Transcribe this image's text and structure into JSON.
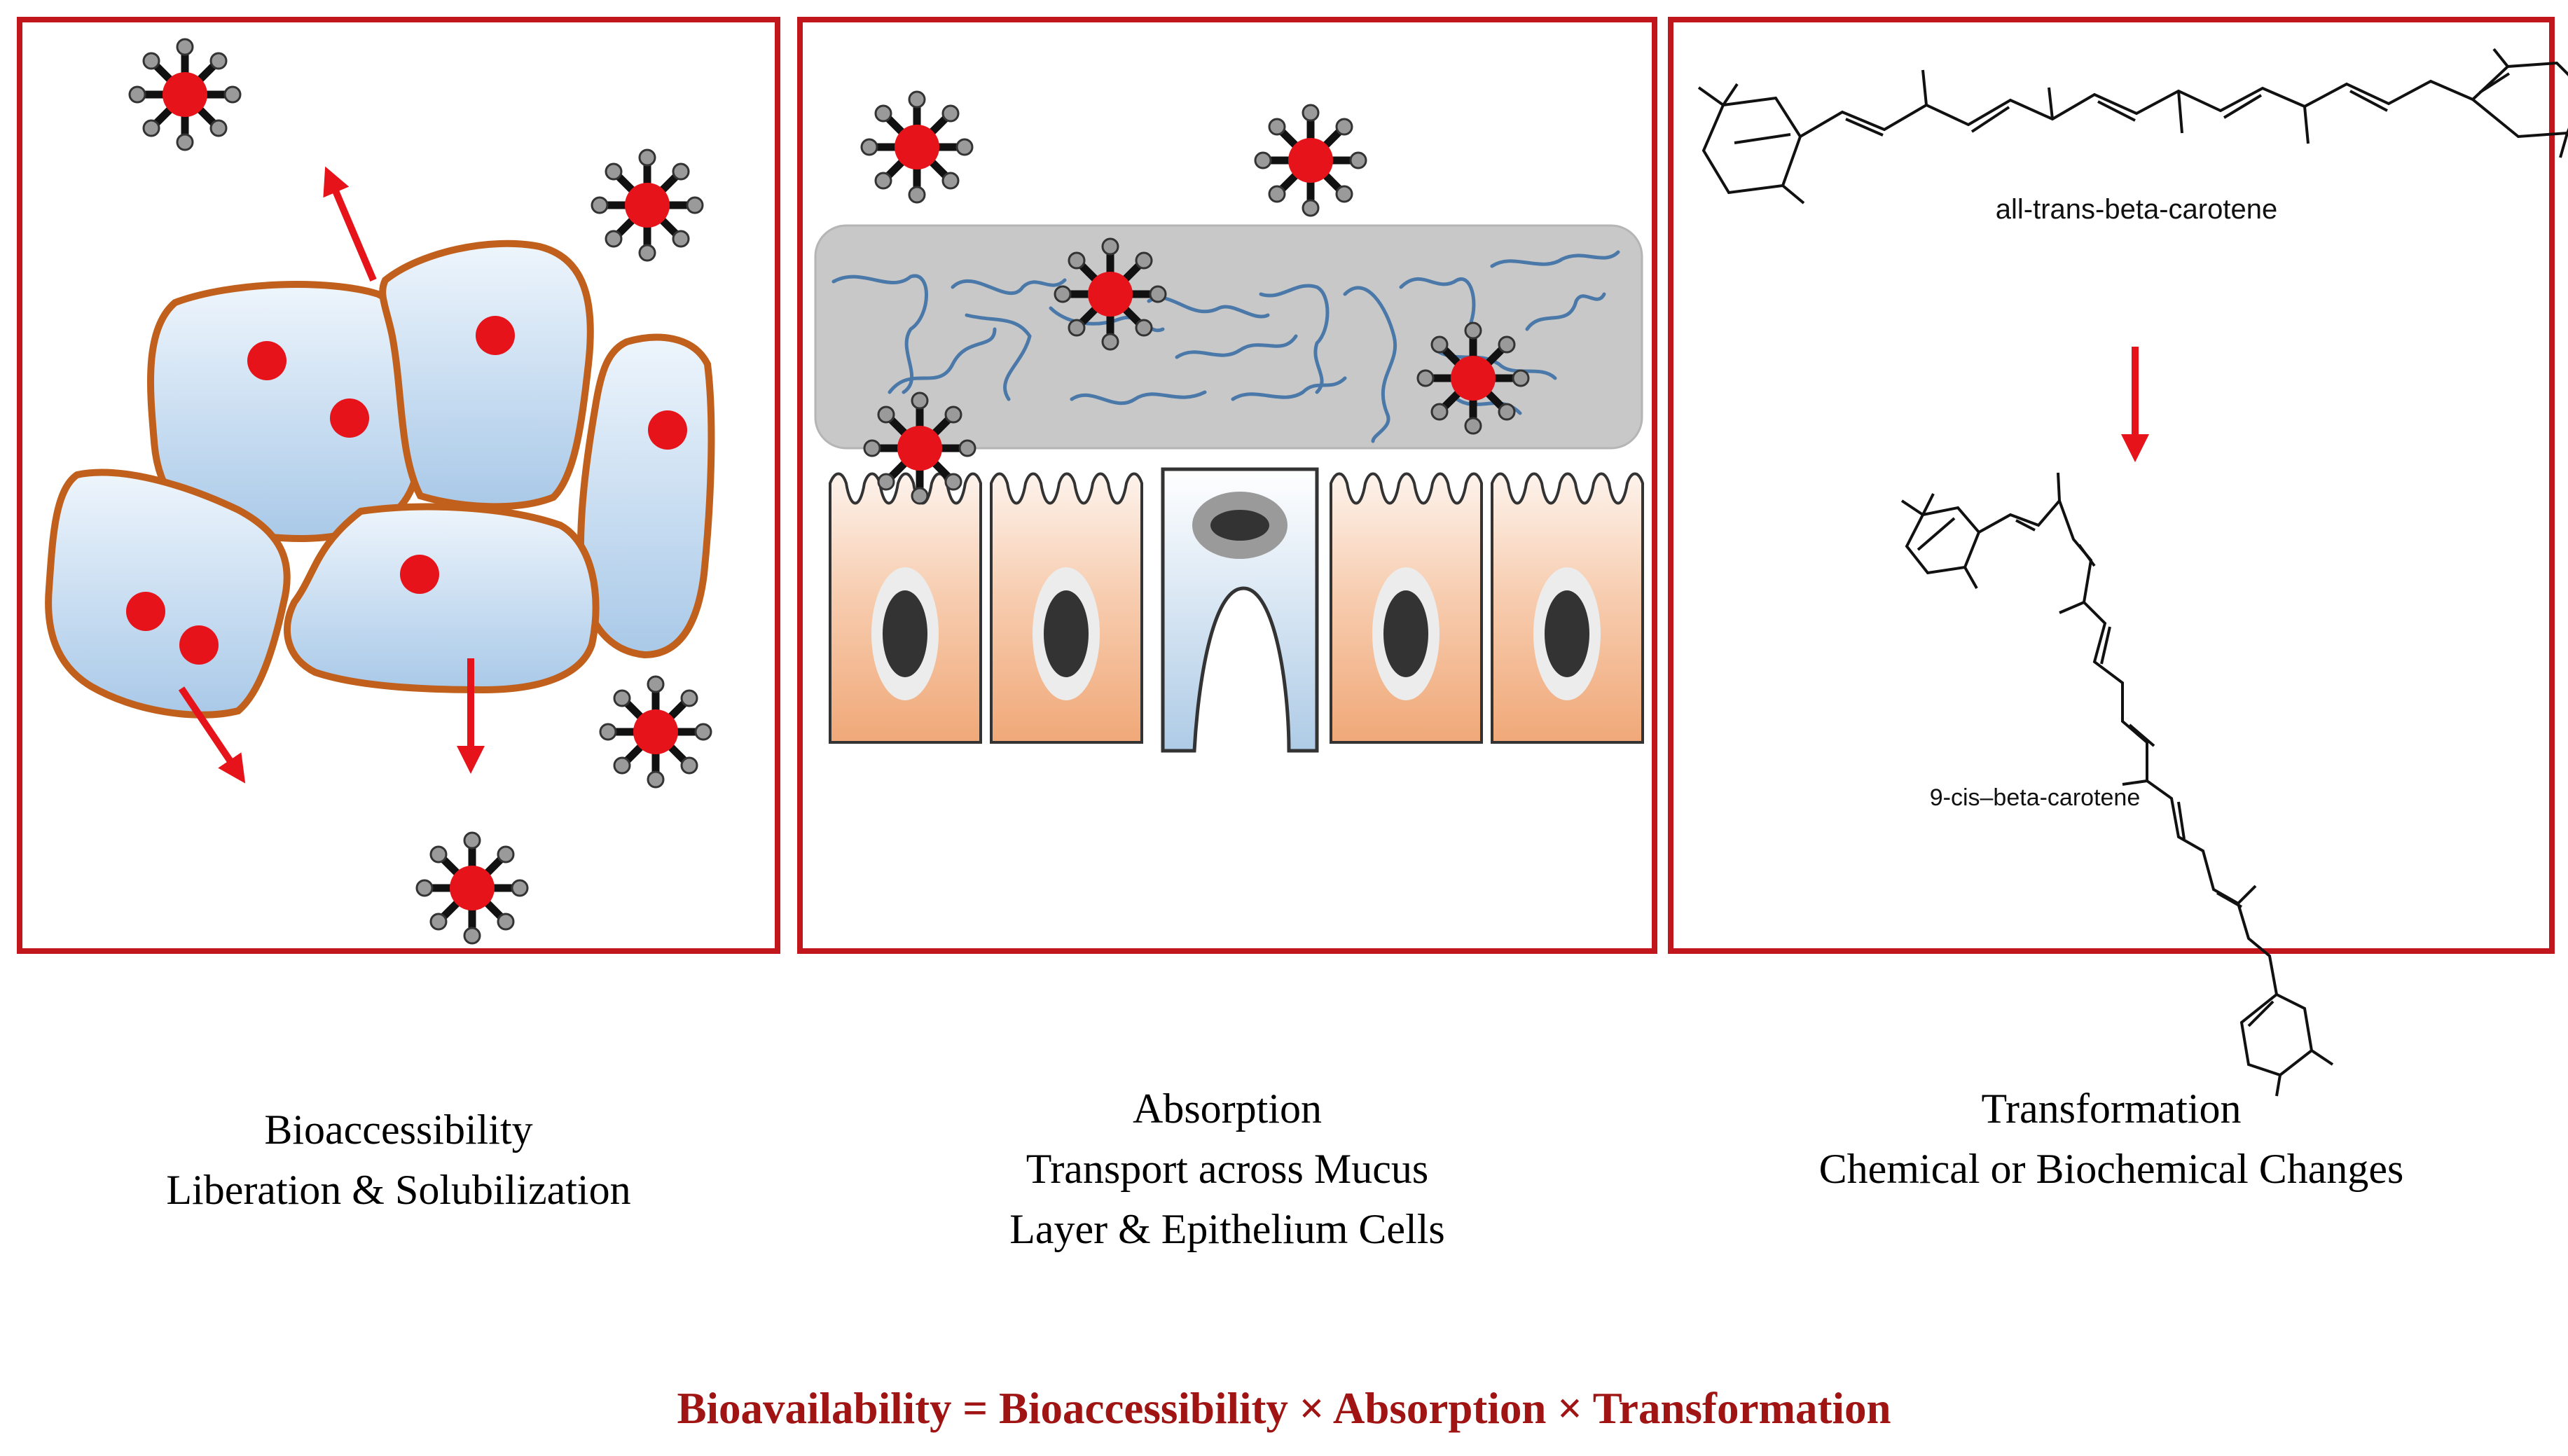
{
  "panels": [
    {
      "id": "bioaccessibility",
      "caption_lines": [
        "Bioaccessibility",
        "Liberation & Solubilization"
      ]
    },
    {
      "id": "absorption",
      "caption_lines": [
        "Absorption",
        "Transport across Mucus",
        "Layer & Epithelium Cells"
      ]
    },
    {
      "id": "transformation",
      "caption_lines": [
        "Transformation",
        "Chemical or Biochemical Changes"
      ],
      "molecules": {
        "top": "all-trans-beta-carotene",
        "bottom": "9-cis–beta-carotene"
      }
    }
  ],
  "equation": "Bioavailability = Bioaccessibility × Absorption × Transformation",
  "colors": {
    "frame": "#c0161c",
    "cell_outline": "#c0601c",
    "droplet": "#e6141a",
    "arrow": "#e6141a",
    "mucus": "#c8c8c8",
    "mucin_fiber": "#4a78a8",
    "epithelium": "#f2b088",
    "goblet": "#b8d4ec",
    "equation": "#a01414"
  },
  "icons": [
    "micelle-icon",
    "plant-cell-icon",
    "mucus-layer",
    "epithelial-cell",
    "goblet-cell",
    "carotene-structure"
  ]
}
